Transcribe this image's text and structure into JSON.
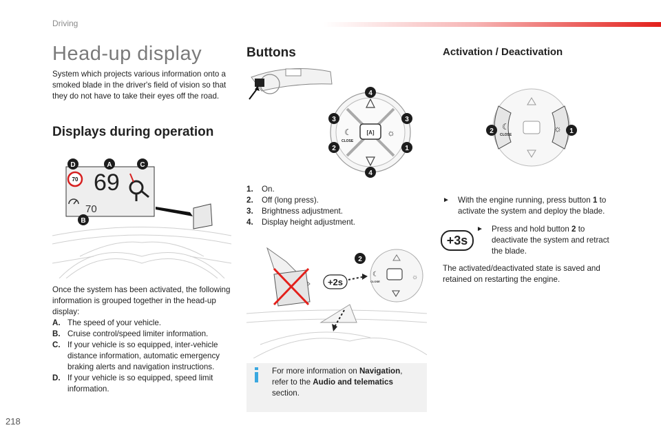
{
  "header": {
    "section": "Driving",
    "accent_color": "#e3201b"
  },
  "page_number": "218",
  "col1": {
    "title": "Head-up display",
    "intro": "System which projects various information onto a smoked blade in the driver's field of vision so that they do not have to take their eyes off the road.",
    "displays_heading": "Displays during operation",
    "illustration": {
      "speed": "69",
      "speed_limit": "70",
      "cruise_value": "70",
      "labels": [
        "D",
        "A",
        "C",
        "B"
      ]
    },
    "operation_intro": "Once the system has been activated, the following information is grouped together in the head-up display:",
    "operation_items": [
      {
        "key": "A.",
        "text": "The speed of your vehicle."
      },
      {
        "key": "B.",
        "text": "Cruise control/speed limiter information."
      },
      {
        "key": "C.",
        "text": "If your vehicle is so equipped, inter-vehicle distance information, automatic emergency braking alerts and navigation instructions."
      },
      {
        "key": "D.",
        "text": "If your vehicle is so equipped, speed limit information."
      }
    ]
  },
  "col2": {
    "title": "Buttons",
    "button_labels": [
      "4",
      "3",
      "3",
      "2",
      "1",
      "4"
    ],
    "close_label": "CLOSE",
    "list": [
      {
        "key": "1.",
        "text": "On."
      },
      {
        "key": "2.",
        "text": "Off (long press)."
      },
      {
        "key": "3.",
        "text": "Brightness adjustment."
      },
      {
        "key": "4.",
        "text": "Display height adjustment."
      }
    ],
    "press_label": "2",
    "hold_label": "+2s",
    "note": {
      "prefix": "For more information on ",
      "bold1": "Navigation",
      "middle": ", refer to the ",
      "bold2": "Audio and telematics",
      "suffix": " section."
    }
  },
  "col3": {
    "title": "Activation / Deactivation",
    "button_labels": [
      "2",
      "1"
    ],
    "close_label": "CLOSE",
    "step1_prefix": "With the engine running, press button ",
    "step1_bold": "1",
    "step1_suffix": " to activate the system and deploy the blade.",
    "hold_label": "+3s",
    "step2_prefix": "Press and hold button ",
    "step2_bold": "2",
    "step2_suffix": " to deactivate the system and retract the blade.",
    "closing": "The activated/deactivated state is saved and retained on restarting the engine."
  }
}
